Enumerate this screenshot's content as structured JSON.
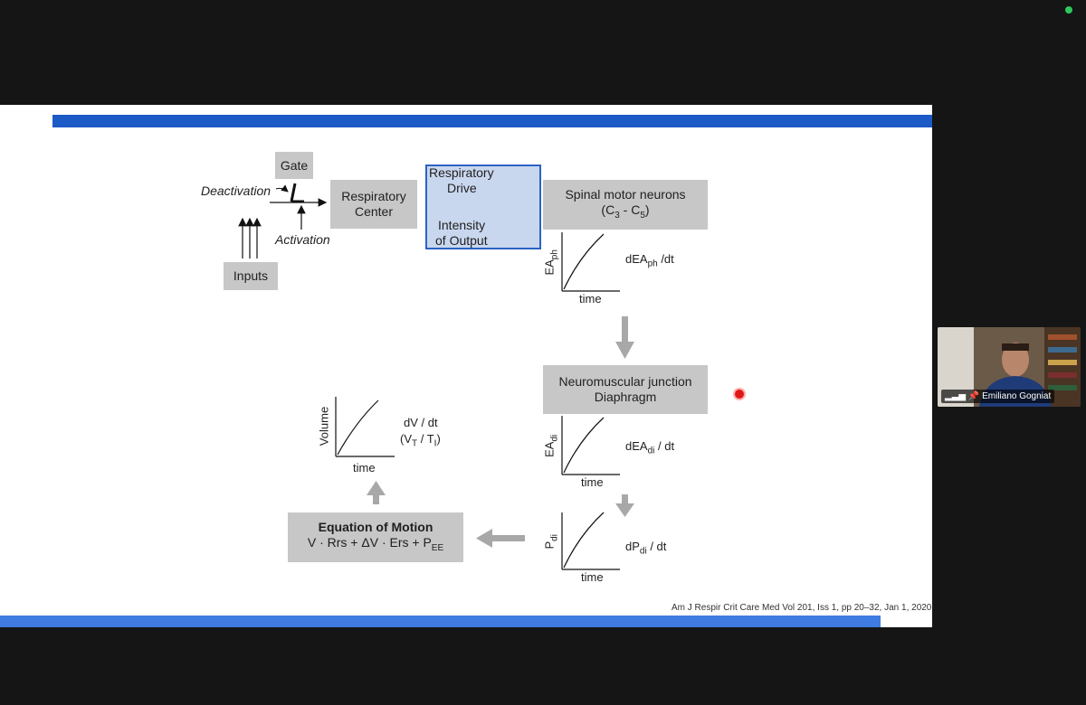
{
  "diagram": {
    "gate": "Gate",
    "deactivation": "Deactivation",
    "activation": "Activation",
    "inputs": "Inputs",
    "respiratory_center": [
      "Respiratory",
      "Center"
    ],
    "respiratory_drive": [
      "Respiratory",
      "Drive"
    ],
    "intensity_output": [
      "Intensity",
      "of Output"
    ],
    "spinal_motor": "Spinal motor neurons",
    "spinal_segments": {
      "c_open": "(C",
      "sub1": "3",
      "dash": " - C",
      "sub2": "5",
      "close": ")"
    },
    "eaph_axis": {
      "base": "EA",
      "sub": "ph"
    },
    "deaph": {
      "pre": "dEA",
      "sub": "ph",
      "post": " /dt"
    },
    "time": "time",
    "nmj": [
      "Neuromuscular junction",
      "Diaphragm"
    ],
    "eadi_axis": {
      "base": "EA",
      "sub": "di"
    },
    "deadi": {
      "pre": "dEA",
      "sub": "di",
      "post": " / dt"
    },
    "pdi_axis": {
      "base": "P",
      "sub": "di"
    },
    "dpdi": {
      "pre": "dP",
      "sub": "di",
      "post": " / dt"
    },
    "volume_axis": "Volume",
    "dvdt": "dV / dt",
    "vt_ti": {
      "open": "(V",
      "sub1": "T",
      "mid": " / T",
      "sub2": "I",
      "close": ")"
    },
    "eom_title": "Equation of Motion",
    "eom_formula": {
      "pre": "V · Rrs + ΔV · Ers + P",
      "sub": "EE"
    },
    "citation": "Am J Respir Crit Care Med Vol 201, Iss 1, pp 20–32, Jan 1, 2020"
  },
  "participant": {
    "name": "Emiliano Gogniat"
  },
  "colors": {
    "slide_bar_top": "#1c5ac6",
    "slide_bar_bottom": "#3f7be0",
    "box_gray": "#c7c7c7",
    "drive_box": "#c9d7ee",
    "status_dot": "#2ec95c",
    "laser": "#e01818"
  }
}
